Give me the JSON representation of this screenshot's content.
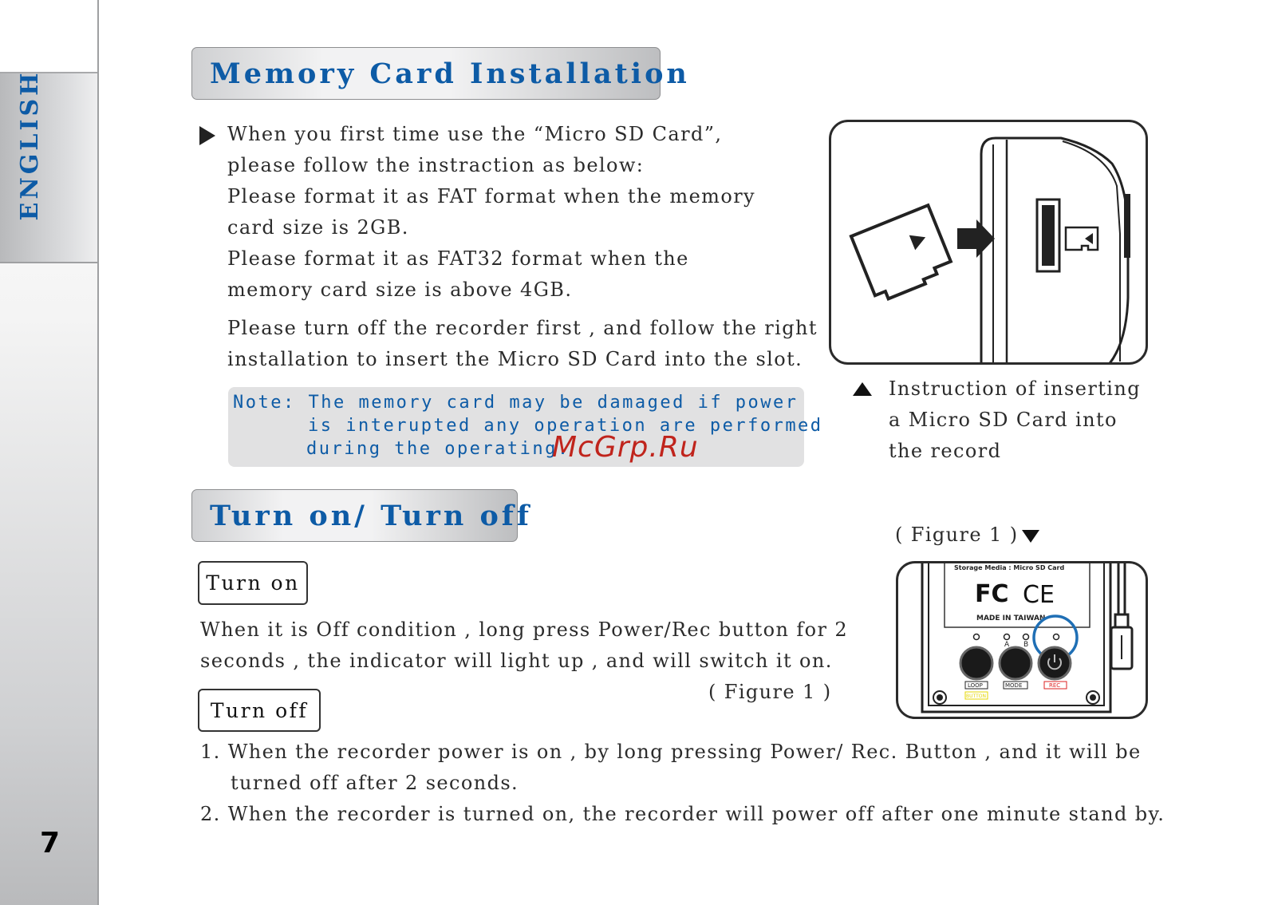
{
  "sidebar": {
    "language": "ENGLISH",
    "page_number": "7"
  },
  "memory_section": {
    "title": "Memory Card Installation",
    "paragraph_lines": [
      "When you first time use the “Micro SD Card”,",
      "please follow the instraction as below:",
      "Please format it as FAT format when the memory",
      "card size is 2GB.",
      "Please format it as FAT32 format when the",
      "memory card size is above 4GB."
    ],
    "paragraph2_lines": [
      "Please turn off the  recorder first , and follow the right",
      "installation to insert the Micro SD Card into the slot."
    ],
    "note": {
      "line1": "Note: The memory card may be damaged if power",
      "line2": "is interupted any operation are performed",
      "line3": "during the operating."
    },
    "figure_caption": [
      "Instruction of inserting",
      "a Micro SD Card into",
      "the record"
    ]
  },
  "watermark": "McGrp.Ru",
  "turn_section": {
    "title": "Turn on/ Turn off",
    "turn_on_label": "Turn on",
    "turn_on_lines": [
      "When it is Off condition , long press Power/Rec button for 2",
      "seconds , the indicator will light up , and will switch it on."
    ],
    "figure_ref": "( Figure 1 )",
    "figure_label": "( Figure 1 )",
    "turn_off_label": "Turn off",
    "turn_off_items": [
      "1. When the recorder power is on , by long pressing Power/ Rec. Button , and it will be",
      "turned off after 2 seconds.",
      "2. When the recorder is turned on, the recorder will power off after one minute stand by."
    ]
  },
  "device_panel": {
    "storage_text": "Storage Media : Micro SD Card",
    "fcc": "FC",
    "ce": "CE",
    "made_in": "MADE IN TAIWAN",
    "led_a": "A",
    "led_b": "B",
    "loop_label": "LOOP",
    "mode_label": "MODE",
    "rec_label": "REC",
    "sub_label": "BUTTON"
  },
  "colors": {
    "accent_blue": "#0d5ba6",
    "watermark_red": "#c0241c",
    "note_bg": "#e1e1e2",
    "highlight_circle": "#1f6fb5"
  }
}
